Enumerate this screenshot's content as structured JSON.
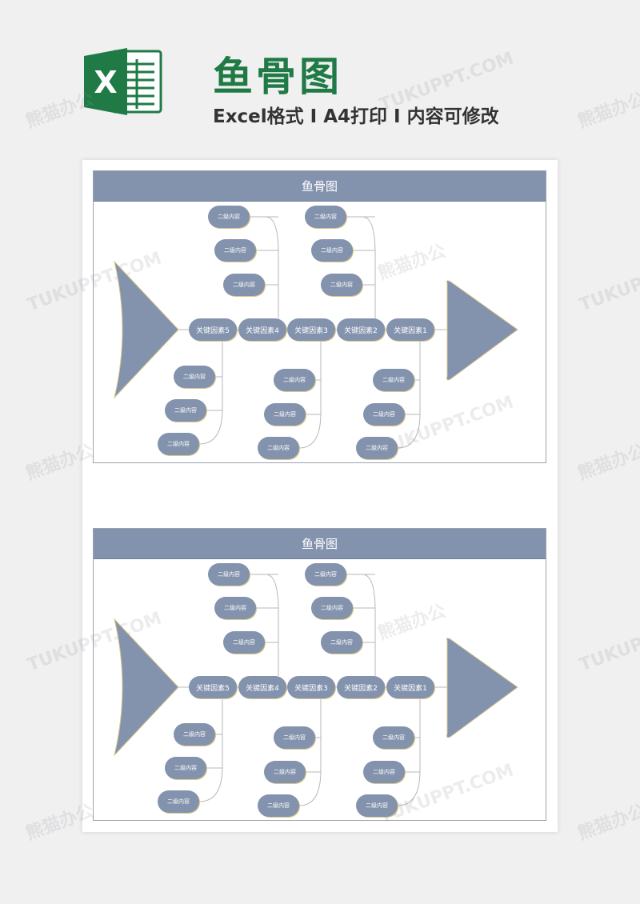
{
  "header": {
    "logo_letter": "X",
    "title": "鱼骨图",
    "subtitle": "Excel格式 I A4打印 I 内容可修改"
  },
  "colors": {
    "accent": "#1f7a45",
    "node": "#8393ad",
    "line": "#b7b7b7",
    "shadow": "#d8c789"
  },
  "diagrams": [
    {
      "title": "鱼骨图",
      "key_factors": [
        "关键因素5",
        "关键因素4",
        "关键因素3",
        "关键因素2",
        "关键因素1"
      ],
      "sub_label": "二级内容"
    },
    {
      "title": "鱼骨图",
      "key_factors": [
        "关键因素5",
        "关键因素4",
        "关键因素3",
        "关键因素2",
        "关键因素1"
      ],
      "sub_label": "二级内容"
    }
  ],
  "watermarks": [
    "熊猫办公",
    "TUKUPPT.COM"
  ]
}
